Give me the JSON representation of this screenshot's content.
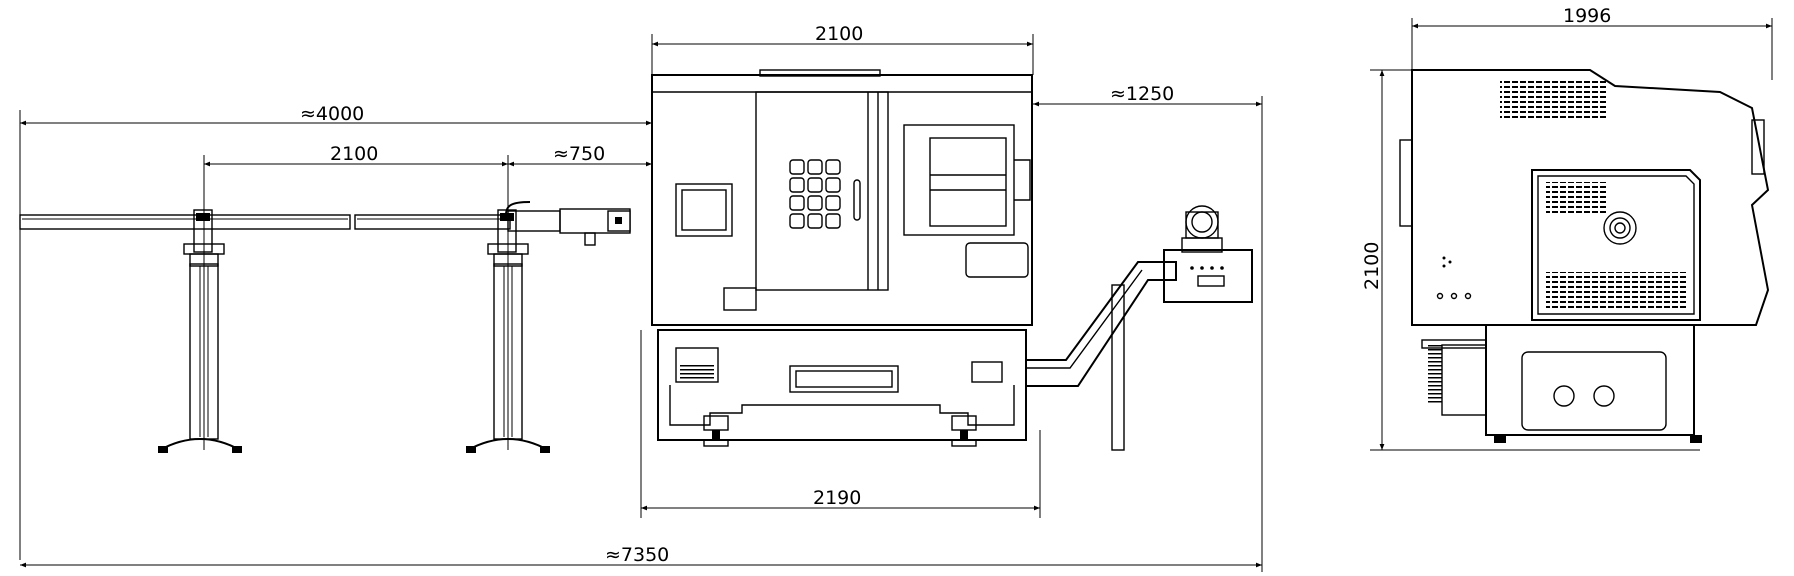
{
  "dimensions": {
    "bar_feeder_length": "≈4000",
    "bar_feeder_span": "2100",
    "feeder_to_machine": "≈750",
    "machine_width_top": "2100",
    "conveyor_extension": "≈1250",
    "machine_base_width": "2190",
    "overall_length": "≈7350",
    "side_depth": "1996",
    "overall_height": "2100"
  }
}
